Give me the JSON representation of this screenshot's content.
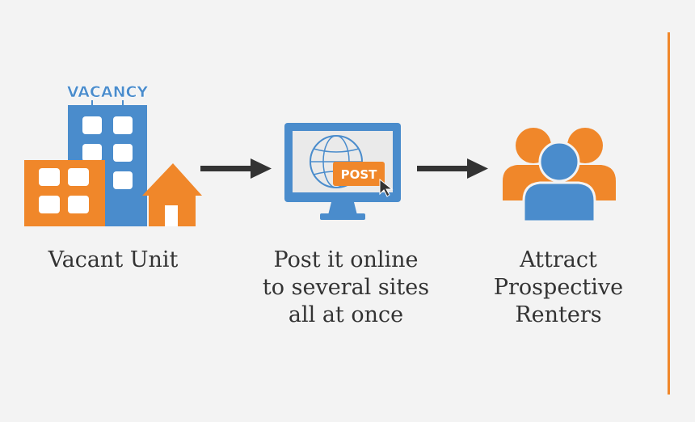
{
  "steps": [
    {
      "icon": "building-icon",
      "sign_text": "VACANCY",
      "label_lines": [
        "Vacant Unit"
      ]
    },
    {
      "icon": "monitor-icon",
      "button_text": "POST",
      "label_lines": [
        "Post it online",
        "to several sites",
        "all at once"
      ]
    },
    {
      "icon": "people-icon",
      "label_lines": [
        "Attract",
        "Prospective",
        "Renters"
      ]
    }
  ],
  "colors": {
    "blue": "#4a8ccc",
    "orange": "#f0872a",
    "dark": "#333333",
    "divider": "#f0872a",
    "background": "#f3f3f3"
  }
}
